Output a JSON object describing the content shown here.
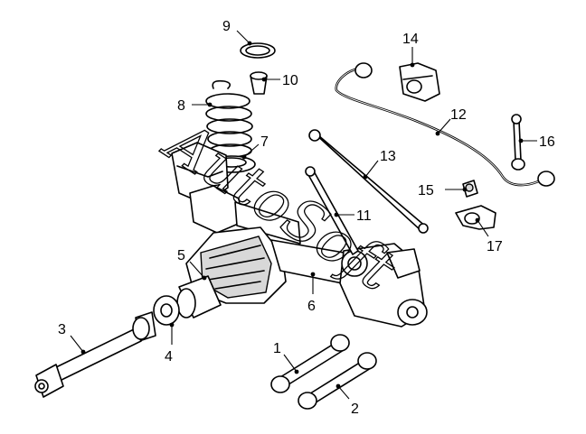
{
  "diagram": {
    "callouts": [
      "1",
      "2",
      "3",
      "4",
      "5",
      "6",
      "7",
      "8",
      "9",
      "10",
      "11",
      "12",
      "13",
      "14",
      "15",
      "16",
      "17"
    ],
    "watermark_text": "AutoSoft"
  }
}
